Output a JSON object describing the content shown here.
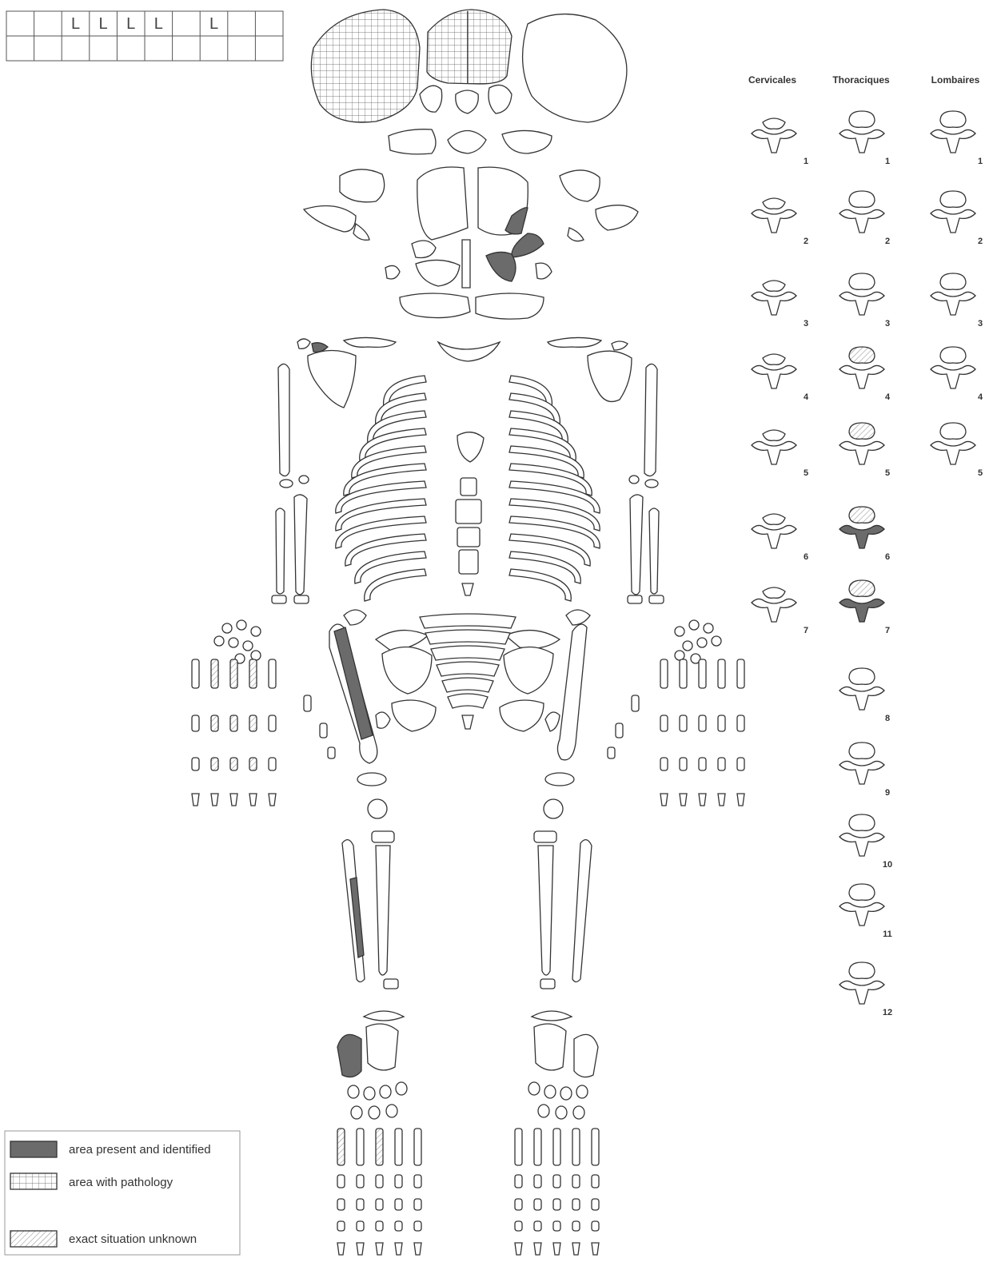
{
  "colors": {
    "present": "#6b6b6b",
    "outline": "#333333",
    "background": "#ffffff"
  },
  "dental_chart": {
    "top_row": [
      "",
      "",
      "L",
      "L",
      "L",
      "L",
      "",
      "L",
      "",
      ""
    ],
    "bottom_row": [
      "",
      "",
      "",
      "",
      "",
      "",
      "",
      "",
      "",
      ""
    ]
  },
  "vertebrae": {
    "columns": [
      "Cervicales",
      "Thoraciques",
      "Lombaires"
    ],
    "cervical_numbers": [
      "1",
      "2",
      "3",
      "4",
      "5",
      "6",
      "7"
    ],
    "thoracic_numbers": [
      "1",
      "2",
      "3",
      "4",
      "5",
      "6",
      "7",
      "8",
      "9",
      "10",
      "11",
      "12"
    ],
    "lumbar_numbers": [
      "1",
      "2",
      "3",
      "4",
      "5"
    ]
  },
  "legend": {
    "items": [
      {
        "label": "area present and identified",
        "swatch": "present"
      },
      {
        "label": "area with pathology",
        "swatch": "pathology"
      },
      {
        "label": "exact situation unknown",
        "swatch": "unknown"
      }
    ]
  }
}
